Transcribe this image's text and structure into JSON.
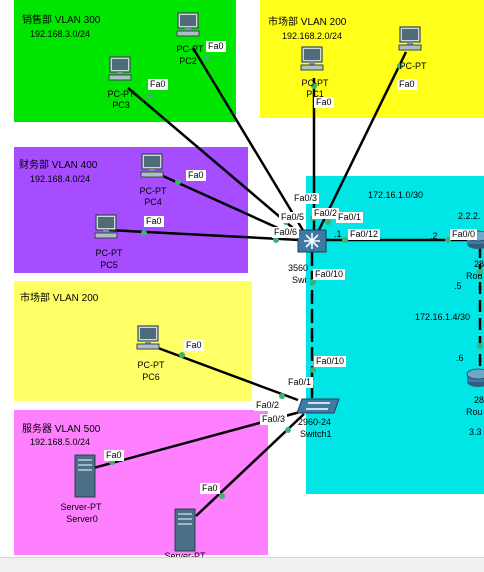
{
  "zones": {
    "sales": {
      "title": "销售部 VLAN 300",
      "subnet": "192.168.3.0/24",
      "color": "#00e600"
    },
    "market_top": {
      "title": "市场部 VLAN 200",
      "subnet": "192.168.2.0/24",
      "color": "#ffff1a"
    },
    "finance": {
      "title": "财务部 VLAN 400",
      "subnet": "192.168.4.0/24",
      "color": "#a64dff"
    },
    "market_mid": {
      "title": "市场部 VLAN 200",
      "color": "#ffff66"
    },
    "server": {
      "title": "服务器 VLAN 500",
      "subnet": "192.168.5.0/24",
      "color": "#ff80ff"
    },
    "wan": {
      "subnet_a": "172.16.1.0/30",
      "subnet_b": "172.16.1.4/30",
      "color": "#00e6e6"
    }
  },
  "devices": {
    "pc2": {
      "type": "PC-PT",
      "name": "PC2"
    },
    "pc3": {
      "type": "PC-PT",
      "name": "PC3"
    },
    "pc1": {
      "type": "PC-PT",
      "name": "PC1"
    },
    "pc0": {
      "type": "PC-PT",
      "name": ""
    },
    "pc4": {
      "type": "PC-PT",
      "name": "PC4"
    },
    "pc5": {
      "type": "PC-PT",
      "name": "PC5"
    },
    "pc6": {
      "type": "PC-PT",
      "name": "PC6"
    },
    "server0": {
      "type": "Server-PT",
      "name": "Server0"
    },
    "server1": {
      "type": "Server-PT"
    },
    "switch0": {
      "type": "3560",
      "name": "Swi"
    },
    "switch1": {
      "type": "2960-24",
      "name": "Switch1"
    },
    "router0": {
      "type": "28",
      "name": "Rou"
    },
    "router1": {
      "type": "28",
      "name": "Rou"
    }
  },
  "ports": {
    "pc2_fa0": "Fa0",
    "pc3_fa0": "Fa0",
    "pc1_fa0": "Fa0",
    "pc0_fa0": "Fa0",
    "pc4_fa0": "Fa0",
    "pc5_fa0": "Fa0",
    "pc6_fa0": "Fa0",
    "server0_fa0": "Fa0",
    "server1_fa0": "Fa0",
    "sw0_fa03": "Fa0/3",
    "sw0_fa05": "Fa0/5",
    "sw0_fa02": "Fa0/2",
    "sw0_fa01": "Fa0/1",
    "sw0_fa06": "Fa0/6",
    "sw0_fa012": "Fa0/12",
    "sw0_fa010": "Fa0/10",
    "sw1_fa010": "Fa0/10",
    "sw1_fa01": "Fa0/1",
    "sw1_fa02": "Fa0/2",
    "sw1_fa03": "Fa0/3",
    "r0_fa00": "Fa0/0"
  },
  "ips": {
    "sw0_dot1": ".1",
    "r0_dot2": ".2",
    "r0_dot5": ".5",
    "r1_dot6": ".6",
    "r0_top": "2.2.2.",
    "r1_bottom": "3.3"
  }
}
